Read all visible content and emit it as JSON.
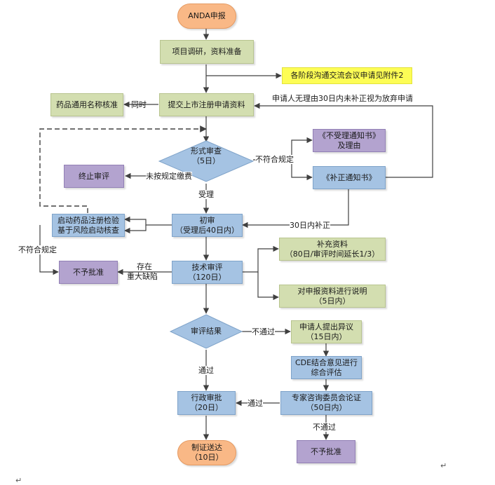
{
  "nodes": {
    "start": {
      "line1": "ANDA申报"
    },
    "research": {
      "line1": "项目调研，资料准备"
    },
    "attachment": {
      "line1": "各阶段沟通交流会议申请见附件2"
    },
    "name_check": {
      "line1": "药品通用名称核准"
    },
    "submit": {
      "line1": "提交上市注册申请资料"
    },
    "formal_review": {
      "line1": "形式审查",
      "line2": "（5日）"
    },
    "not_accepted": {
      "line1": "《不受理通知书》",
      "line2": "及理由"
    },
    "terminate": {
      "line1": "终止审评"
    },
    "supplement_notice": {
      "line1": "《补正通知书》"
    },
    "inspection": {
      "line1": "启动药品注册检验",
      "line2": "基于风险启动核查"
    },
    "initial_review": {
      "line1": "初审",
      "line2": "（受理后40日内）"
    },
    "supplement_materials": {
      "line1": "补充资料",
      "line2": "（80日/审评时间延长1/3）"
    },
    "reject1": {
      "line1": "不予批准"
    },
    "tech_review": {
      "line1": "技术审评",
      "line2": "（120日）"
    },
    "explain": {
      "line1": "对申报资料进行说明",
      "line2": "（5日内）"
    },
    "review_result": {
      "line1": "审评结果"
    },
    "objection": {
      "line1": "申请人提出异议",
      "line2": "（15日内）"
    },
    "cde_eval": {
      "line1": "CDE结合意见进行",
      "line2": "综合评估"
    },
    "expert": {
      "line1": "专家咨询委员会论证",
      "line2": "（50日内）"
    },
    "admin_approval": {
      "line1": "行政审批",
      "line2": "（20日）"
    },
    "reject2": {
      "line1": "不予批准"
    },
    "certificate": {
      "line1": "制证送达",
      "line2": "（10日）"
    }
  },
  "labels": {
    "simultaneous": "同时",
    "no_response": "申请人无理由30日内未补正视为放弃申请",
    "nonconforming": "不符合规定",
    "unpaid": "未按规定缴费",
    "accepted": "受理",
    "corrected": "30日内补正",
    "nonconforming_left": "不符合规定",
    "major_defect_1": "存在",
    "major_defect_2": "重大缺陷",
    "not_passed": "不通过",
    "passed": "通过",
    "passed_expert": "通过",
    "not_passed_expert": "不通过"
  },
  "marks": {
    "return1": "↵",
    "return2": "↵"
  },
  "colors": {
    "green": "#d3deb0",
    "blue": "#a5c3e3",
    "purple": "#b3a3cf",
    "yellow": "#fdfd55",
    "orange": "#f9b886",
    "line": "#404040"
  }
}
